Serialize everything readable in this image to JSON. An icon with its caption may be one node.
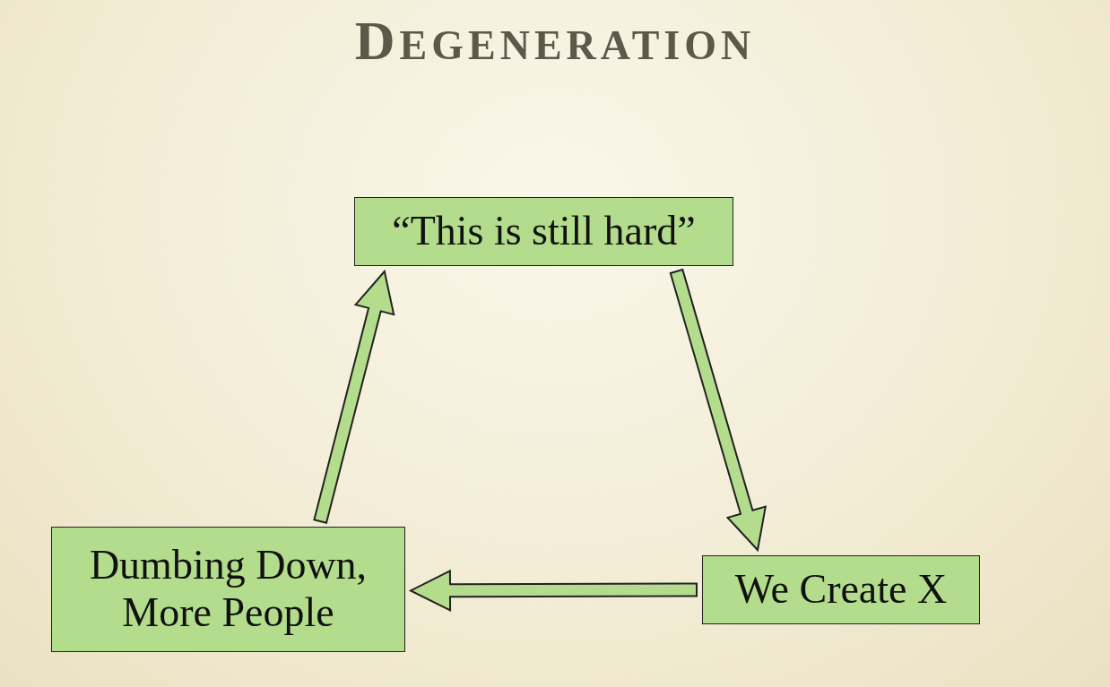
{
  "diagram": {
    "title": "DEGENERATION",
    "nodes": [
      {
        "text": [
          "“This is still hard”"
        ]
      },
      {
        "text": [
          "We Create X"
        ]
      },
      {
        "text": [
          "Dumbing Down, More People"
        ]
      }
    ],
    "edges": [
      {
        "from": 0,
        "to": 1,
        "arrow": "to"
      },
      {
        "from": 1,
        "to": 2,
        "arrow": "to"
      },
      {
        "from": 2,
        "to": 0,
        "arrow": "to"
      }
    ]
  }
}
